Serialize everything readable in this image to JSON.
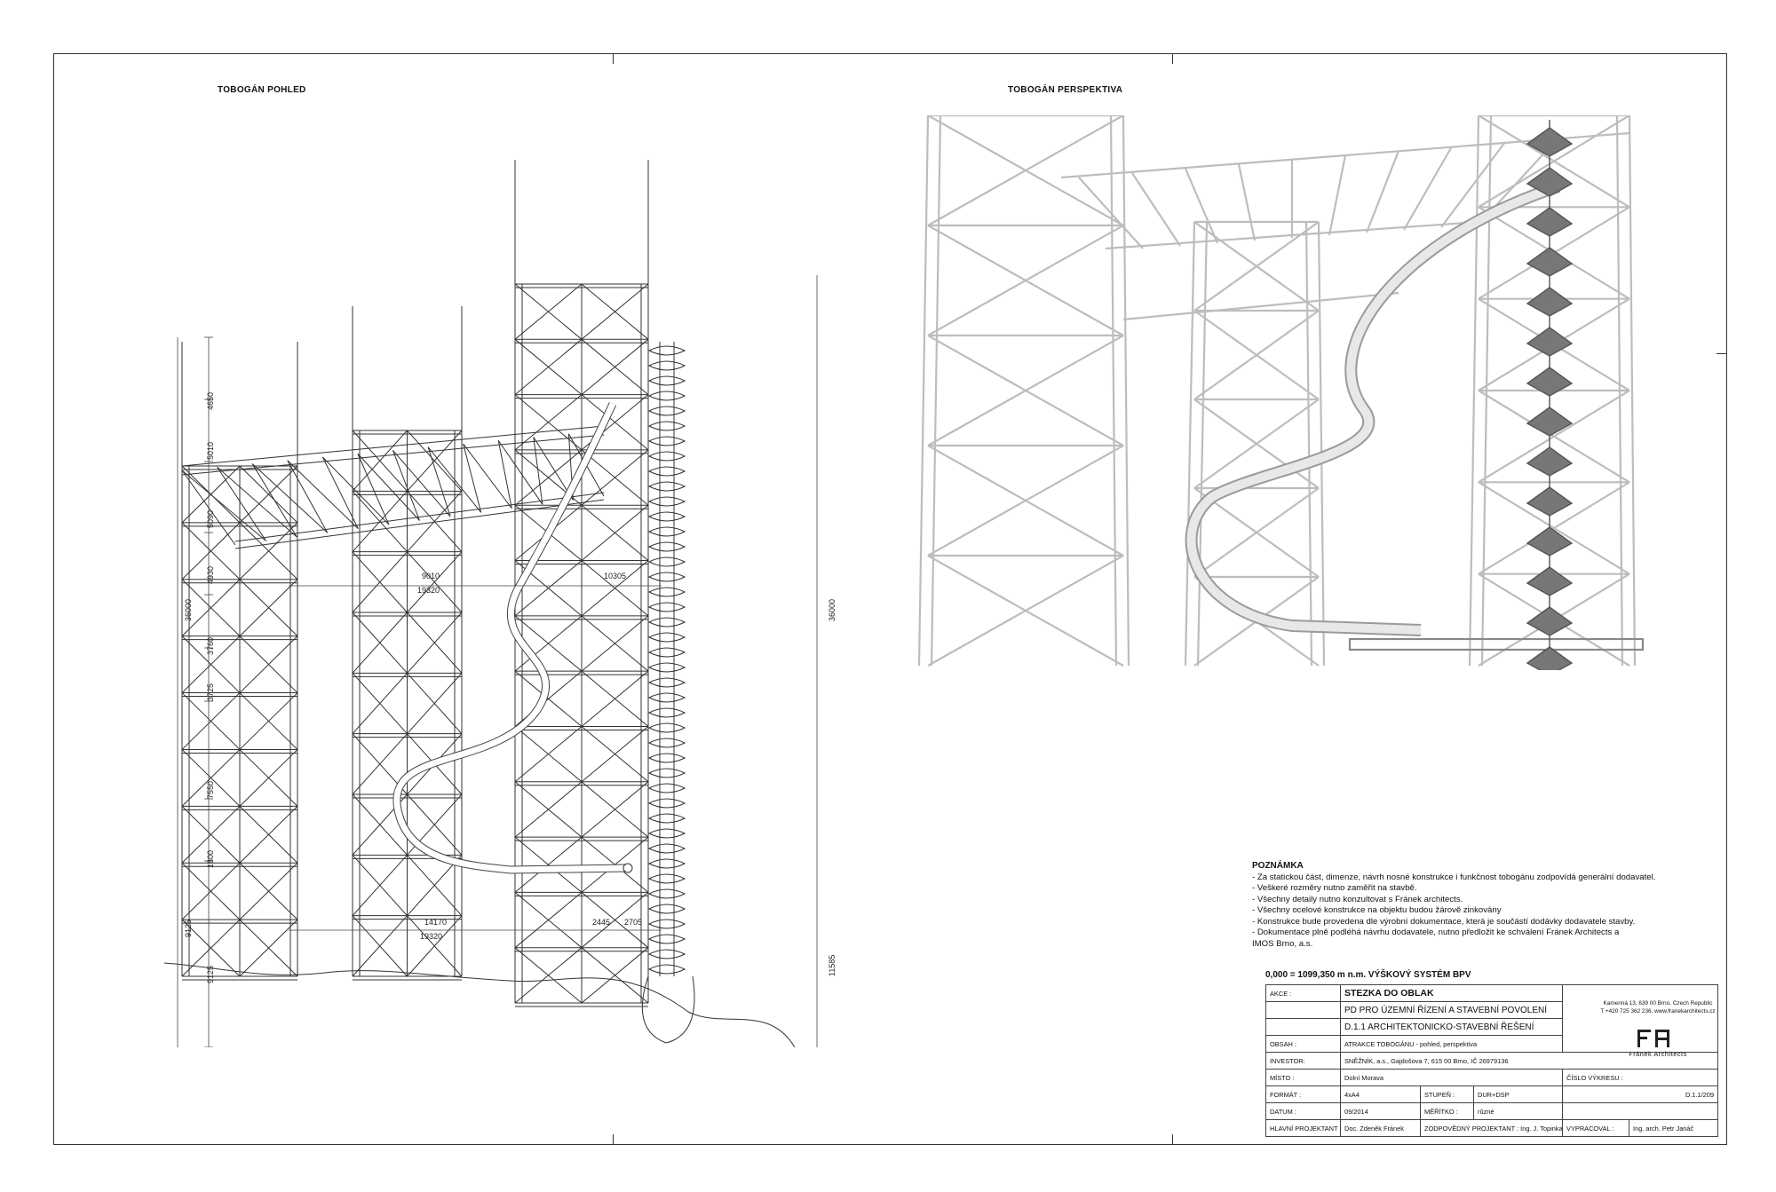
{
  "titles": {
    "view": "TOBOGÁN POHLED",
    "perspective": "TOBOGÁN PERSPEKTIVA"
  },
  "dimensions": {
    "vertical_left": [
      "4650",
      "5010",
      "5090",
      "4930",
      "3760",
      "3725",
      "7550",
      "1800",
      "9125",
      "9125"
    ],
    "total_left": "36000",
    "total_right": "36000",
    "right_lower": "11585",
    "spans_upper": [
      "9010",
      "19320",
      "10305"
    ],
    "spans_lower": [
      "14170",
      "19320",
      "2445",
      "2705"
    ]
  },
  "notes": {
    "heading": "POZNÁMKA",
    "lines": [
      "- Za statickou část, dimenze, návrh nosné konstrukce i funkčnost tobogánu zodpovídá generální dodavatel.",
      "- Veškeré rozměry nutno zaměřit na stavbě.",
      "- Všechny detaily nutno konzultovat s Fránek architects.",
      "- Všechny ocelové konstrukce na objektu budou žárově zinkovány",
      "- Konstrukce bude provedena dle výrobní dokumentace, která je součástí dodávky dodavatele stavby.",
      "- Dokumentace plně podléhá návrhu dodavatele, nutno předložit ke schválení Fránek Architects a",
      "  IMOS Brno, a.s."
    ]
  },
  "level_system": "0,000 = 1099,350 m n.m.   VÝŠKOVÝ SYSTÉM BPV",
  "title_block": {
    "akce_label": "AKCE :",
    "akce_value": "STEZKA DO OBLAK",
    "stage_title": "PD PRO ÚZEMNÍ ŘÍZENÍ A STAVEBNÍ POVOLENÍ",
    "section_title": "D.1.1 ARCHITEKTONICKO-STAVEBNÍ ŘEŠENÍ",
    "obsah_label": "OBSAH :",
    "obsah_value": "ATRAKCE TOBOGÁNU - pohled, perspektiva",
    "investor_label": "INVESTOR:",
    "investor_value": "SNĚŽNÍK, a.s., Gajdošova 7, 615 00 Brno, IČ 26979136",
    "misto_label": "MÍSTO :",
    "misto_value": "Dolní Morava",
    "cislo_label": "ČÍSLO VÝKRESU :",
    "format_label": "FORMÁT :",
    "format_value": "4xA4",
    "stupen_label": "STUPEŇ :",
    "stupen_value": "DUR+DSP",
    "cislo_value": "D.1.1/209",
    "datum_label": "DATUM :",
    "datum_value": "09/2014",
    "meritko_label": "MĚŘÍTKO :",
    "meritko_value": "různé",
    "hlavni_label": "HLAVNÍ PROJEKTANT :",
    "hlavni_value": "Doc. Zdeněk Fránek",
    "zodp_label": "ZODPOVĚDNÝ PROJEKTANT :",
    "zodp_value": "Ing. J. Topinka",
    "vypracoval_label": "VYPRACOVAL :",
    "vypracoval_value": "Ing. arch. Petr Janáč",
    "firm_address_1": "Kamenná 13, 639 00  Brno, Czech Republic",
    "firm_address_2": "T +420 725 362 236, www.franekarchitects.cz",
    "firm_name": "Fránek Architects"
  }
}
